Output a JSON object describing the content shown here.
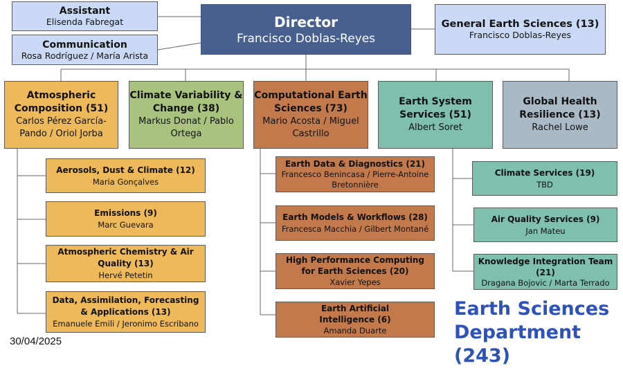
{
  "top": {
    "assistant": {
      "title": "Assistant",
      "people": "Elisenda Fabregat"
    },
    "communication": {
      "title": "Communication",
      "people": "Rosa Rodríguez / María Arista"
    },
    "director": {
      "title": "Director",
      "people": "Francisco Doblas-Reyes"
    },
    "general": {
      "title": "General Earth Sciences (13)",
      "people": "Francisco Doblas-Reyes"
    }
  },
  "groups": [
    {
      "title": "Atmospheric Composition (51)",
      "people": "Carlos Pérez García-Pando / Oriol Jorba"
    },
    {
      "title": "Climate Variability & Change (38)",
      "people": "Markus Donat / Pablo Ortega"
    },
    {
      "title": "Computational Earth Sciences (73)",
      "people": "Mario Acosta / Miguel Castrillo"
    },
    {
      "title": "Earth System Services (51)",
      "people": "Albert Soret"
    },
    {
      "title": "Global Health Resilience (13)",
      "people": "Rachel Lowe"
    }
  ],
  "ac_subs": [
    {
      "title": "Aerosols, Dust & Climate (12)",
      "people": "Maria Gonçalves"
    },
    {
      "title": "Emissions (9)",
      "people": "Marc Guevara"
    },
    {
      "title": "Atmospheric Chemistry & Air Quality (13)",
      "people": "Hervé Petetin"
    },
    {
      "title": "Data, Assimilation, Forecasting & Applications (13)",
      "people": "Emanuele Emili / Jeronimo Escribano"
    }
  ],
  "ces_subs": [
    {
      "title": "Earth Data & Diagnostics (21)",
      "people": "Francesco Benincasa / Pierre-Antoine Bretonnière"
    },
    {
      "title": "Earth Models & Workflows (28)",
      "people": "Francesca Macchia / Gilbert Montané"
    },
    {
      "title": "High Performance Computing for Earth Sciences (20)",
      "people": "Xavier Yepes"
    },
    {
      "title": "Earth Artificial Intelligence (6)",
      "people": "Amanda Duarte"
    }
  ],
  "ess_subs": [
    {
      "title": "Climate Services (19)",
      "people": "TBD"
    },
    {
      "title": "Air Quality Services (9)",
      "people": "Jan Mateu"
    },
    {
      "title": "Knowledge Integration Team (21)",
      "people": "Dragana Bojovic / Marta Terrado"
    }
  ],
  "footer": {
    "date": "30/04/2025",
    "dept_line1": "Earth Sciences",
    "dept_line2": "Department (243)"
  },
  "colors": {
    "top_boxes": "#cad9f5",
    "director": "#48608f",
    "atmospheric": "#eeb95a",
    "climate_variability": "#a9c37f",
    "computational": "#c27a4c",
    "esservices": "#7ebfae",
    "global_health": "#a9bac6",
    "department_text": "#2e53b8"
  }
}
